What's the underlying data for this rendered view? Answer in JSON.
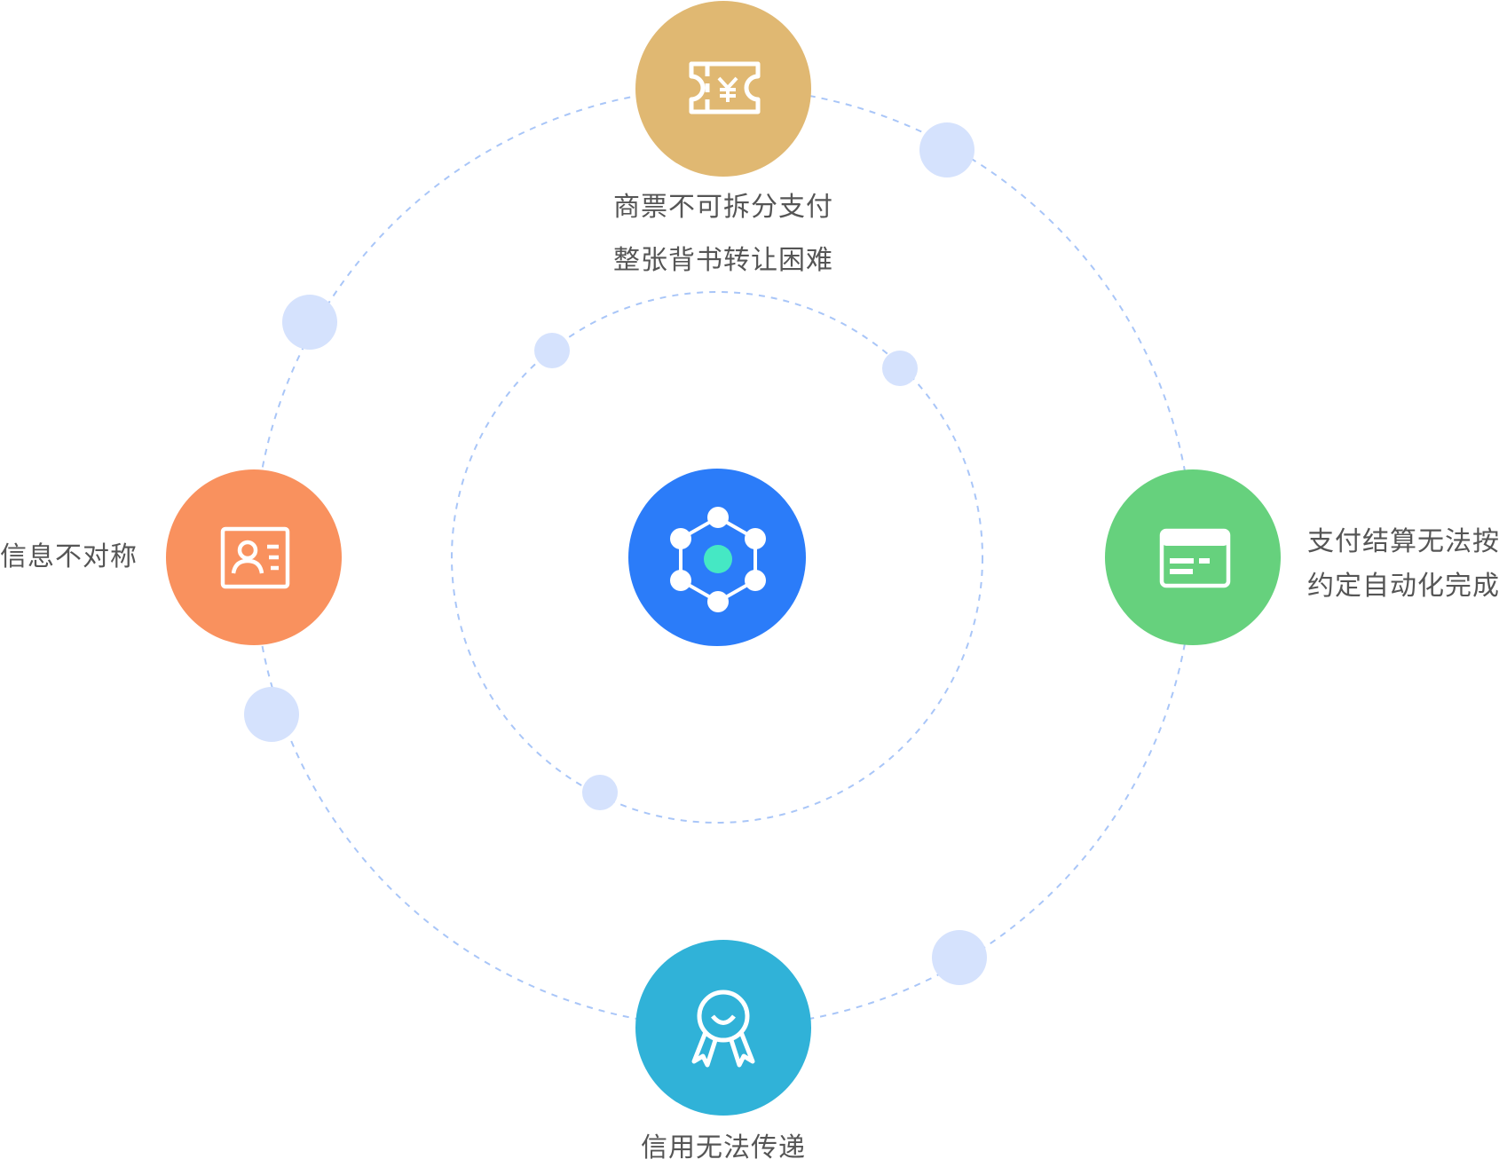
{
  "nodes": {
    "top": {
      "lines": [
        "商票不可拆分支付",
        "整张背书转让困难"
      ],
      "icon": "ticket-yuan-icon",
      "color": "#E0B872"
    },
    "left": {
      "lines": [
        "信息不对称"
      ],
      "icon": "id-card-icon",
      "color": "#F9915E"
    },
    "right": {
      "lines": [
        "支付结算无法按",
        "约定自动化完成"
      ],
      "icon": "bank-card-icon",
      "color": "#66D17D"
    },
    "bottom": {
      "lines": [
        "信用无法传递"
      ],
      "icon": "award-badge-icon",
      "color": "#30B2D8"
    },
    "center": {
      "icon": "blockchain-network-icon",
      "color": "#2B7CF9"
    }
  },
  "colors": {
    "ring": "#A9C6F8",
    "dot": "#D5E2FD",
    "text": "#555555"
  }
}
